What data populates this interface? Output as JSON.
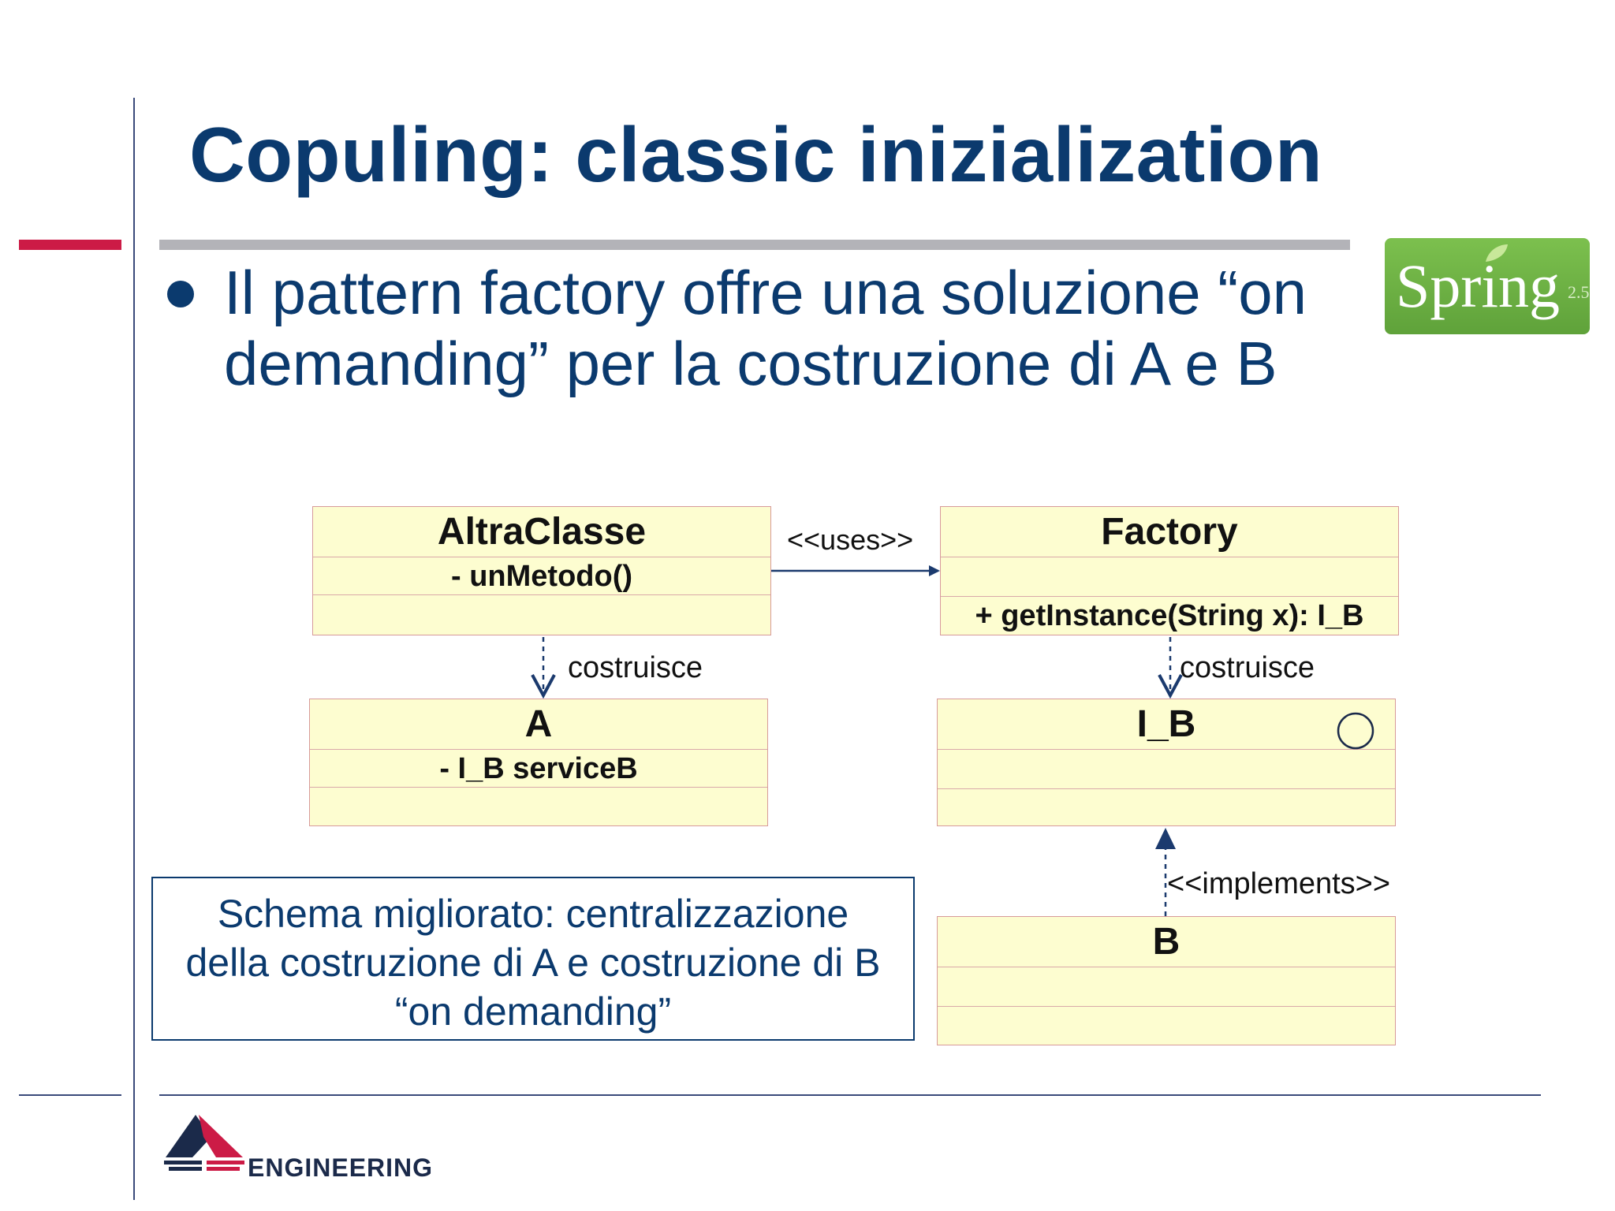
{
  "slide": {
    "title": "Copuling: classic inizialization",
    "bullet": "Il pattern factory offre una soluzione “on demanding” per la costruzione di A e B"
  },
  "logo_spring": {
    "text": "Spring",
    "version": "2.5"
  },
  "diagram": {
    "altra_classe": {
      "name": "AltraClasse",
      "method": "- unMetodo()"
    },
    "factory": {
      "name": "Factory",
      "method": "+ getInstance(String x): I_B"
    },
    "class_a": {
      "name": "A",
      "attribute": "- I_B serviceB"
    },
    "interface_ib": {
      "name": "I_B"
    },
    "class_b": {
      "name": "B"
    },
    "labels": {
      "uses": "<<uses>>",
      "costruisce_a": "costruisce",
      "costruisce_ib": "costruisce",
      "implements": "<<implements>>"
    }
  },
  "note": {
    "line1": "Schema migliorato: centralizzazione",
    "line2": "della costruzione di A e costruzione di B",
    "line3": "“on demanding”"
  },
  "footer": {
    "company": "ENGINEERING"
  },
  "colors": {
    "accent_red": "#cc1b46",
    "navy": "#0b3a6e",
    "uml_fill": "#fdfdd0",
    "uml_border": "#d79a9a"
  }
}
